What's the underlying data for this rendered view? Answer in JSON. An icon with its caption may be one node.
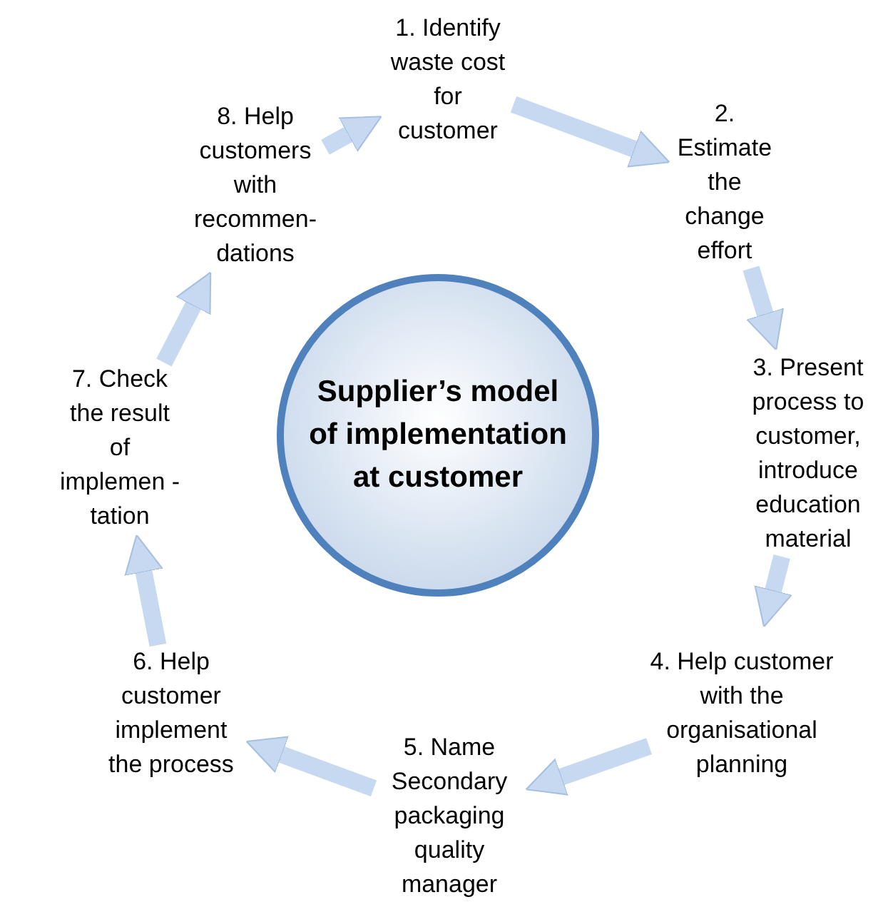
{
  "diagram": {
    "nodes": [
      {
        "text": [
          "1. Identify waste cost for customer"
        ]
      },
      {
        "text": [
          "2. Estimate the change effort"
        ]
      },
      {
        "text": [
          "3. Present process to customer, introduce education material"
        ]
      },
      {
        "text": [
          "4. Help customer with the organisational planning"
        ]
      },
      {
        "text": [
          "5. Name Secondary packaging quality manager"
        ]
      },
      {
        "text": [
          "6. Help customer implement the process"
        ]
      },
      {
        "text": [
          "7. Check the result of implemen -tation"
        ]
      },
      {
        "text": [
          "8. Help customers with recommen- dations"
        ]
      },
      {
        "text": [
          "Supplier’s model of implementation at customer"
        ]
      }
    ],
    "edges": [
      {
        "from": 0,
        "to": 1,
        "arrow": "to"
      },
      {
        "from": 1,
        "to": 2,
        "arrow": "to"
      },
      {
        "from": 2,
        "to": 3,
        "arrow": "to"
      },
      {
        "from": 3,
        "to": 4,
        "arrow": "to"
      },
      {
        "from": 4,
        "to": 5,
        "arrow": "to"
      },
      {
        "from": 5,
        "to": 6,
        "arrow": "to"
      },
      {
        "from": 6,
        "to": 7,
        "arrow": "to"
      },
      {
        "from": 7,
        "to": 0,
        "arrow": "to"
      }
    ]
  }
}
